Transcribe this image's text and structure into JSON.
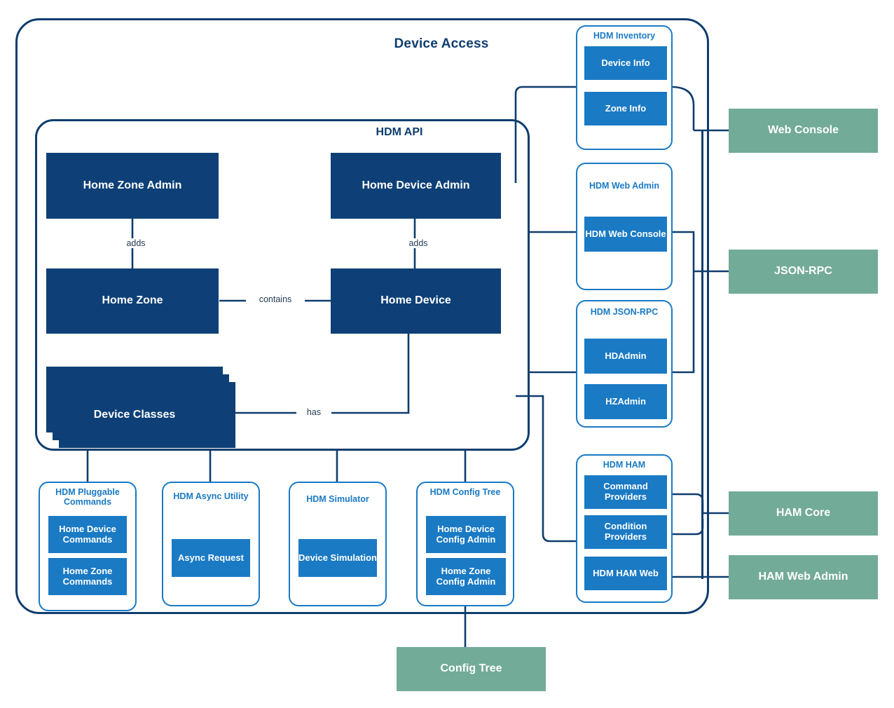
{
  "diagram": {
    "title": "Device Access",
    "api_group_title": "HDM API"
  },
  "core_entities": [
    {
      "label": "Home Zone Admin"
    },
    {
      "label": "Home Device Admin"
    },
    {
      "label": "Home Zone"
    },
    {
      "label": "Home Device"
    },
    {
      "label": "Device Classes"
    }
  ],
  "relationships": [
    {
      "label": "adds"
    },
    {
      "label": "adds"
    },
    {
      "label": "contains"
    },
    {
      "label": "has"
    }
  ],
  "bottom_modules": [
    {
      "title": "HDM Pluggable Commands",
      "items": [
        "Home Device Commands",
        "Home Zone Commands"
      ]
    },
    {
      "title": "HDM Async Utility",
      "items": [
        "Async Request"
      ]
    },
    {
      "title": "HDM Simulator",
      "items": [
        "Device Simulation"
      ]
    },
    {
      "title": "HDM Config Tree",
      "items": [
        "Home Device Config Admin",
        "Home Zone Config Admin"
      ]
    }
  ],
  "right_modules": [
    {
      "title": "HDM Inventory",
      "items": [
        "Device Info",
        "Zone Info"
      ]
    },
    {
      "title": "HDM Web Admin",
      "items": [
        "HDM Web Console"
      ]
    },
    {
      "title": "HDM JSON-RPC",
      "items": [
        "HDAdmin",
        "HZAdmin"
      ]
    },
    {
      "title": "HDM HAM",
      "items": [
        "Command Providers",
        "Condition Providers",
        "HDM HAM Web"
      ]
    }
  ],
  "external_systems": [
    {
      "label": "Web Console"
    },
    {
      "label": "JSON-RPC"
    },
    {
      "label": "HAM Core"
    },
    {
      "label": "HAM Web Admin"
    },
    {
      "label": "Config Tree"
    }
  ],
  "colors": {
    "navy": "#0e4077",
    "outline_navy": "#0e3d6e",
    "blue": "#1a7ac4",
    "green": "#73ab99",
    "background": "#ffffff"
  }
}
